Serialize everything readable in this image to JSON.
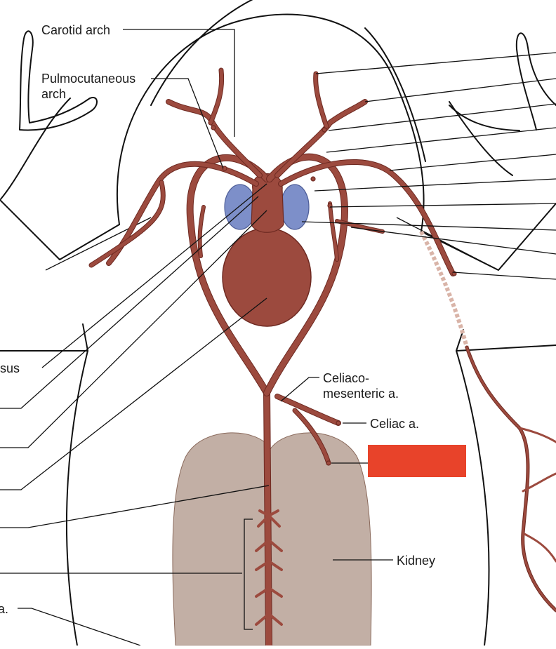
{
  "labels": {
    "carotid_arch": "Carotid arch",
    "pulmocutaneous_line1": "Pulmocutaneous",
    "pulmocutaneous_line2": "arch",
    "celiacomesenteric_line1": "Celiaco-",
    "celiacomesenteric_line2": "mesenteric a.",
    "celiac": "Celiac a.",
    "kidney": "Kidney",
    "partial_left_sus": "sus",
    "partial_left_a": "a."
  },
  "colors": {
    "artery": "#9c4a3e",
    "artery_edge": "#6e2a22",
    "atria": "#7d8fc9",
    "ventricle": "#9c4a3e",
    "kidney": "#c2afa5",
    "redaction_box": "#e8432a",
    "outline": "#111111"
  }
}
